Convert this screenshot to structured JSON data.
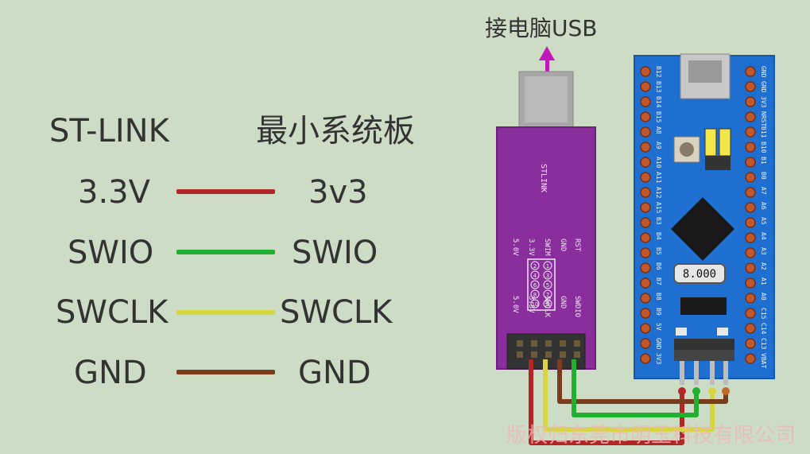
{
  "top_label": "接电脑USB",
  "headers": {
    "left": "ST-LINK",
    "right": "最小系统板"
  },
  "connections": [
    {
      "left": "3.3V",
      "right": "3v3",
      "color": "#b32626"
    },
    {
      "left": "SWIO",
      "right": "SWIO",
      "color": "#22b030"
    },
    {
      "left": "SWCLK",
      "right": "SWCLK",
      "color": "#d6d642"
    },
    {
      "left": "GND",
      "right": "GND",
      "color": "#7a3c1c"
    }
  ],
  "stlink": {
    "name": "STLINK",
    "pins_left": [
      "RST",
      "GND",
      "SWIM",
      "3.3V",
      "5.0V"
    ],
    "pins_right": [
      "SWDIO",
      "GND",
      "SWCLK",
      "3.3V",
      "5.0V"
    ],
    "pin_numbers": [
      "1",
      "2",
      "3",
      "4",
      "5",
      "6",
      "7",
      "8",
      "9",
      "10"
    ]
  },
  "board": {
    "left_pins": [
      "B12",
      "B13",
      "B14",
      "B15",
      "A8",
      "A9",
      "A10",
      "A11",
      "A12",
      "A15",
      "B3",
      "B4",
      "B5",
      "B6",
      "B7",
      "B8",
      "B9",
      "5V",
      "GND",
      "3V3"
    ],
    "right_pins": [
      "GND",
      "GND",
      "3V3",
      "NRST",
      "B11",
      "B10",
      "B1",
      "B0",
      "A7",
      "A6",
      "A5",
      "A4",
      "A3",
      "A2",
      "A1",
      "A0",
      "C15",
      "C14",
      "C13",
      "VBAT"
    ],
    "display": "8.000"
  },
  "watermark": "版权归东莞市明玉科技有限公司",
  "colors": {
    "background": "#cddcc4",
    "board": "#1f6fd1",
    "stlink": "#8a2e9e",
    "arrow": "#c21ab9"
  }
}
